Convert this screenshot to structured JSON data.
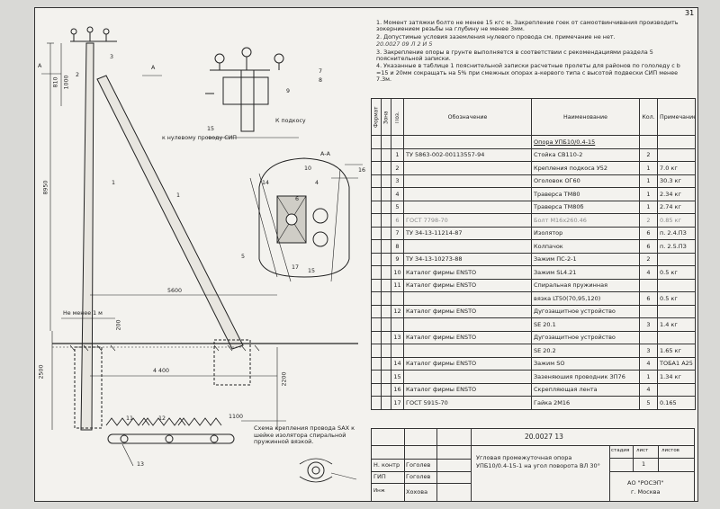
{
  "page_number": "31",
  "notes": [
    "1. Момент затяжки болто не менее 15 кгс м. Закрепление гоек от самоотвинчивания производить зокерниением резьбы на глубину не менее 3мм.",
    "2. Допустимые условия заземления нулевого провода см. примечание не нет.",
    "3. Закрепление опоры в грунте выполняется в соответствии с рекомендациями раздела 5 пояснительной записки.",
    "4. Указанные в таблице 1 пояснительной записки расчетные пролеты для районов по гололеду с b =15 и 20мм сокращать на 5% при смежных опорах а-кервого типа с высотой подвески СИП менее 7.3м."
  ],
  "handwritten_note": "20.0027 09 Л 2 И 5",
  "spec_table": {
    "headers": {
      "format": "Формат",
      "zone": "Зона",
      "pos": "Поз.",
      "designation": "Обозначение",
      "name": "Наименование",
      "qty": "Кол.",
      "note": "Примечание"
    },
    "title_row": "Опора УПБ10/0.4-15",
    "rows": [
      {
        "pos": "1",
        "des": "ТУ 5863-002-00113557-94",
        "name": "Стойка СВ110-2",
        "qty": "2",
        "note": ""
      },
      {
        "pos": "2",
        "des": "",
        "name": "Крепления подкоса У52",
        "qty": "1",
        "note": "7.0 кг"
      },
      {
        "pos": "3",
        "des": "",
        "name": "Оголовок ОГ60",
        "qty": "1",
        "note": "30.3 кг"
      },
      {
        "pos": "4",
        "des": "",
        "name": "Траверса ТМ80",
        "qty": "1",
        "note": "2.34 кг"
      },
      {
        "pos": "5",
        "des": "",
        "name": "Траверса ТМ80б",
        "qty": "1",
        "note": "2.74 кг"
      },
      {
        "pos": "6",
        "des": "ГОСТ 7798-70",
        "name": "Болт М16х260.46",
        "qty": "2",
        "note": "0.85 кг",
        "gray": true
      },
      {
        "pos": "7",
        "des": "ТУ 34-13-11214-87",
        "name": "Изолятор",
        "qty": "6",
        "note": "п. 2.4.ПЗ"
      },
      {
        "pos": "8",
        "des": "",
        "name": "Колпачок",
        "qty": "6",
        "note": "п. 2.5.ПЗ"
      },
      {
        "pos": "9",
        "des": "ТУ 34-13-10273-88",
        "name": "Зажим ПС-2-1",
        "qty": "2",
        "note": ""
      },
      {
        "pos": "10",
        "des": "Каталог фирмы ENSTO",
        "name": "Зажим SL4.21",
        "qty": "4",
        "note": "0.5 кг"
      },
      {
        "pos": "11",
        "des": "Каталог фирмы ENSTO",
        "name": "Спиральная пружинная",
        "qty": "",
        "note": ""
      },
      {
        "pos": "",
        "des": "",
        "name": "вязка LT50(70,95,120)",
        "qty": "6",
        "note": "0.5 кг"
      },
      {
        "pos": "12",
        "des": "Каталог фирмы ENSTO",
        "name": "Дугозащитное устройство",
        "qty": "",
        "note": ""
      },
      {
        "pos": "",
        "des": "",
        "name": "SE 20.1",
        "qty": "3",
        "note": "1.4 кг"
      },
      {
        "pos": "13",
        "des": "Каталог фирмы ENSTO",
        "name": "Дугозащитное устройство",
        "qty": "",
        "note": ""
      },
      {
        "pos": "",
        "des": "",
        "name": "SE 20.2",
        "qty": "3",
        "note": "1.65 кг"
      },
      {
        "pos": "14",
        "des": "Каталог фирмы ENSTO",
        "name": "Зажим SO",
        "qty": "4",
        "note": "ТОБА1 А25"
      },
      {
        "pos": "15",
        "des": "",
        "name": "Зазеняюшия проводник ЗП76",
        "qty": "1",
        "note": "1.34 кг"
      },
      {
        "pos": "16",
        "des": "Каталог фирмы ENSTO",
        "name": "Скрепляющая лента",
        "qty": "4",
        "note": ""
      },
      {
        "pos": "17",
        "des": "ГОСТ 5915-70",
        "name": "Гайка 2М16",
        "qty": "5",
        "note": "0.165"
      }
    ]
  },
  "title_block": {
    "doc_code": "20.0027 13",
    "title": "Угловая промежуточная опора УПБ10/0.4-15-1 на угол поворота ВЛ 30°",
    "stage": "стадия",
    "sheet": "лист",
    "sheets": "листов",
    "sheet_value": "1",
    "org": "АО \"РОСЭП\"",
    "city": "г. Москва",
    "roles": [
      {
        "role": "Н. контр",
        "name": "Гоголев"
      },
      {
        "role": "ГИП",
        "name": "Гоголев"
      },
      {
        "role": "Инж",
        "name": "Хохова"
      }
    ]
  },
  "drawing_labels": {
    "dim_8950": "8950",
    "dim_810": "810",
    "dim_1000": "1000",
    "dim_5600": "5600",
    "dim_4400": "4 400",
    "dim_2500": "2500",
    "dim_2200": "2200",
    "dim_1100": "1100",
    "dim_200": "200",
    "not_less": "Не менее 1 м",
    "to_guy": "к нулевому проводу СИП",
    "to_strut": "К подкосу",
    "section_a": "А",
    "section_aa": "А-А",
    "dim_15": "15",
    "scheme_caption": "Схема крепления провода SAX к шейке изолятора спиральной пружинной вязкой."
  },
  "callouts": [
    "1",
    "2",
    "3",
    "4",
    "5",
    "6",
    "7",
    "8",
    "9",
    "10",
    "11",
    "12",
    "13",
    "14",
    "15",
    "16",
    "17"
  ]
}
